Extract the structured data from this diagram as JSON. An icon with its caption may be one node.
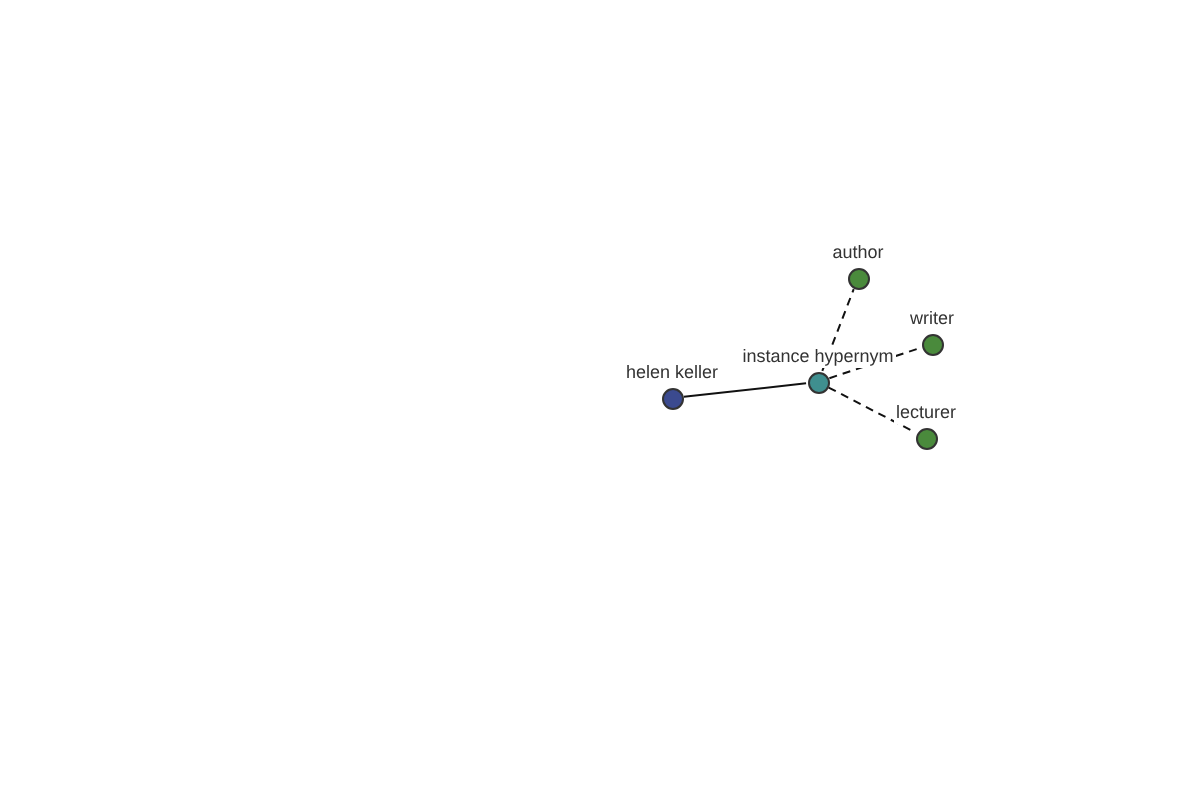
{
  "diagram": {
    "nodes": [
      {
        "text": [
          "helen keller"
        ]
      },
      {
        "text": [
          "instance hypernym"
        ]
      },
      {
        "text": [
          "author"
        ]
      },
      {
        "text": [
          "writer"
        ]
      },
      {
        "text": [
          "lecturer"
        ]
      }
    ],
    "edges": [
      {
        "from": 0,
        "to": 1,
        "arrow": "none"
      },
      {
        "from": 1,
        "to": 2,
        "arrow": "none",
        "style": "dashed"
      },
      {
        "from": 1,
        "to": 3,
        "arrow": "none",
        "style": "dashed"
      },
      {
        "from": 1,
        "to": 4,
        "arrow": "none",
        "style": "dashed"
      }
    ]
  }
}
